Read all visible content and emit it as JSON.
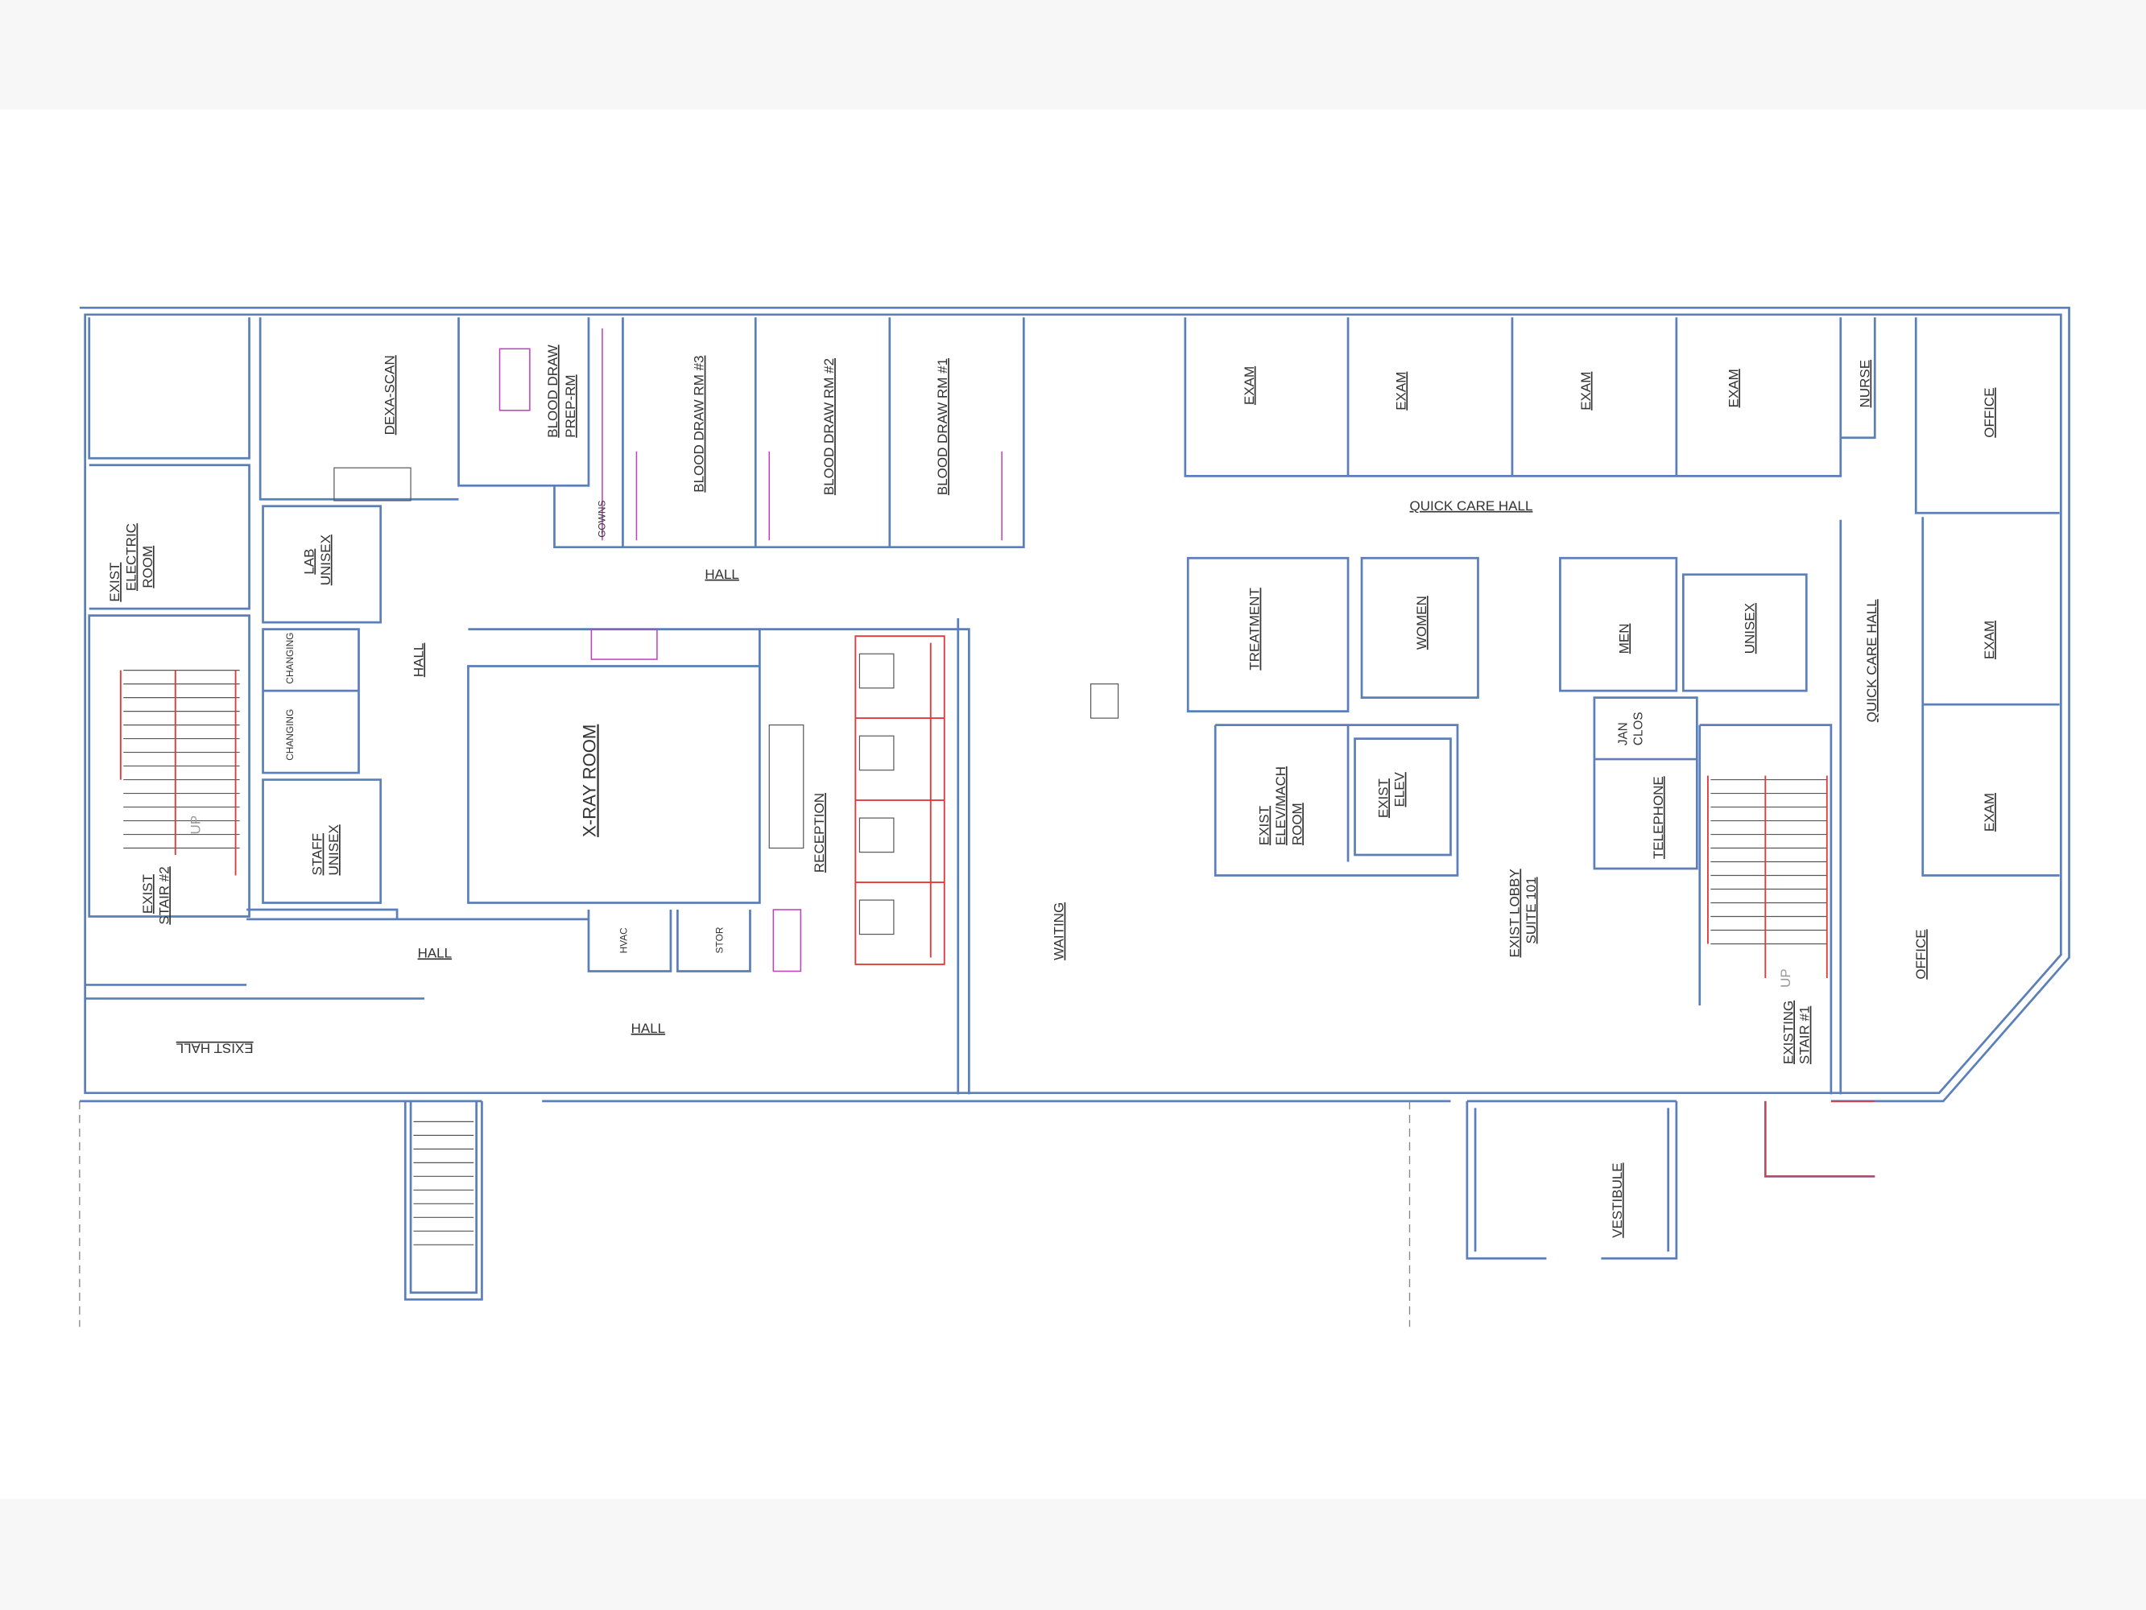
{
  "plan": {
    "rooms": {
      "dexa_scan": "DEXA-SCAN",
      "blood_draw_prep_1": "BLOOD DRAW",
      "blood_draw_prep_2": "PREP-RM",
      "blood_draw_3": "BLOOD DRAW RM #3",
      "blood_draw_2": "BLOOD DRAW RM #2",
      "blood_draw_1": "BLOOD DRAW RM #1",
      "gowns": "GOWNS",
      "hall_top": "HALL",
      "lab_unisex_1": "LAB",
      "lab_unisex_2": "UNISEX",
      "changing_1": "CHANGING",
      "changing_2": "CHANGING",
      "hall_vertical": "HALL",
      "xray_room": "X-RAY ROOM",
      "reception": "RECEPTION",
      "staff_unisex_1": "STAFF",
      "staff_unisex_2": "UNISEX",
      "electric_1": "EXIST",
      "electric_2": "ELECTRIC",
      "electric_3": "ROOM",
      "stair2_1": "EXIST",
      "stair2_2": "STAIR #2",
      "stair2_up": "UP",
      "hall_lower": "HALL",
      "hvac": "HVAC",
      "stor": "STOR",
      "hall_bottom": "HALL",
      "exist_hall": "EXIST HALL",
      "waiting": "WAITING",
      "exam_1": "EXAM",
      "exam_2": "EXAM",
      "exam_3": "EXAM",
      "exam_4": "EXAM",
      "nurse": "NURSE",
      "office_top": "OFFICE",
      "quick_care_hall": "QUICK CARE HALL",
      "treatment": "TREATMENT",
      "women": "WOMEN",
      "men": "MEN",
      "unisex": "UNISEX",
      "jan_clos_1": "JAN",
      "jan_clos_2": "CLOS",
      "telephone": "TELEPHONE",
      "elev_mach_1": "EXIST",
      "elev_mach_2": "ELEV/MACH",
      "elev_mach_3": "ROOM",
      "exist_elev_1": "EXIST",
      "exist_elev_2": "ELEV",
      "lobby_1": "EXIST LOBBY",
      "lobby_2": "SUITE 101",
      "quick_care_hall_v": "QUICK CARE HALL",
      "exam_5": "EXAM",
      "exam_6": "EXAM",
      "office_bottom": "OFFICE",
      "stair1_1": "EXISTING",
      "stair1_2": "STAIR #1",
      "stair1_up": "UP",
      "vestibule": "VESTIBULE"
    },
    "colors": {
      "wall": "#5b7fb8",
      "handrail": "#e23b3b",
      "equipment": "#c040c0"
    }
  }
}
